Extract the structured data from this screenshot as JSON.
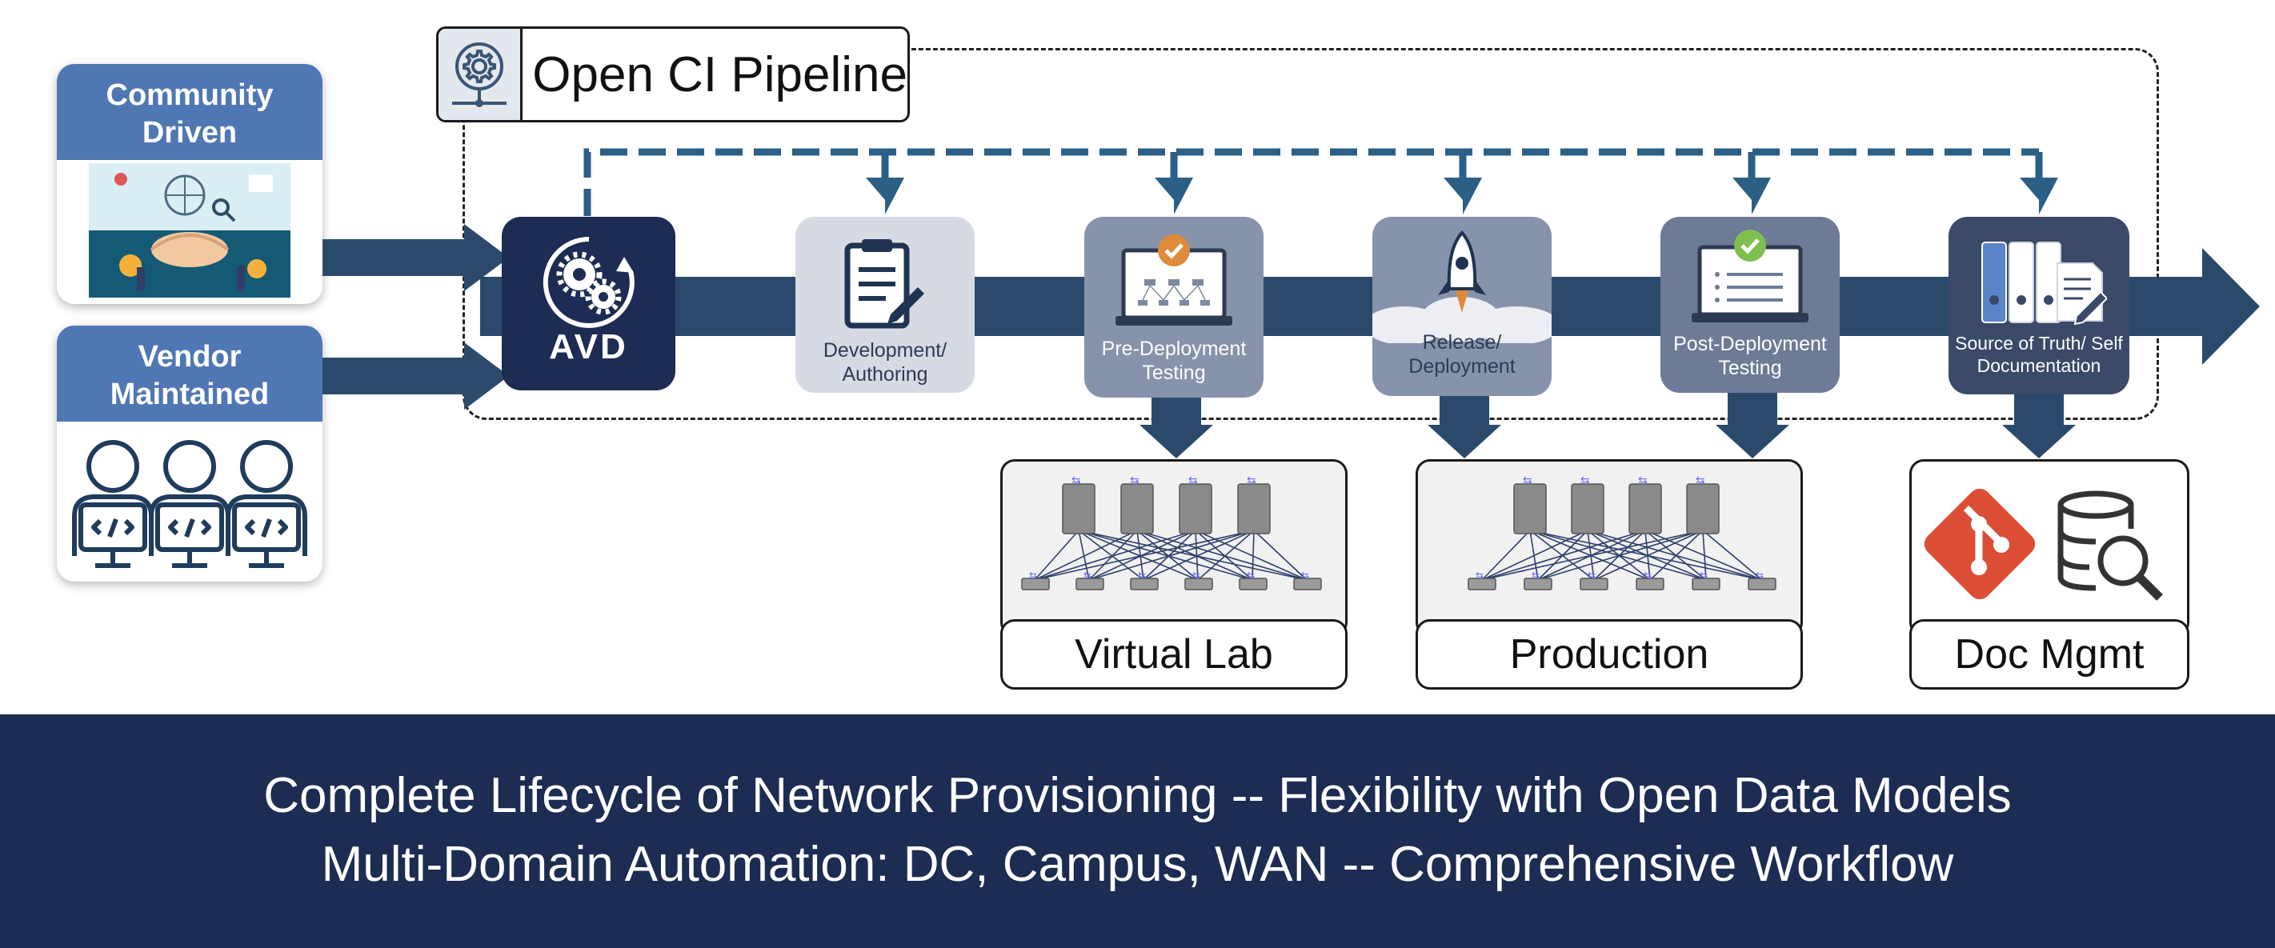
{
  "title": "Open CI Pipeline",
  "inputs": [
    {
      "label": "Community Driven"
    },
    {
      "label": "Vendor Maintained"
    }
  ],
  "stages": [
    {
      "label": "AVD"
    },
    {
      "label": "Development/ Authoring"
    },
    {
      "label": "Pre-Deployment Testing"
    },
    {
      "label": "Release/ Deployment"
    },
    {
      "label": "Post-Deployment Testing"
    },
    {
      "label": "Source of Truth/ Self Documentation"
    }
  ],
  "destinations": [
    {
      "label": "Virtual Lab"
    },
    {
      "label": "Production"
    },
    {
      "label": "Doc Mgmt"
    }
  ],
  "footer": {
    "line1": "Complete Lifecycle of Network Provisioning -- Flexibility with Open Data Models",
    "line2": "Multi-Domain Automation: DC, Campus, WAN -- Comprehensive Workflow"
  },
  "icons": [
    "settings-gear-icon",
    "clipboard-icon",
    "checkmark-icon",
    "rocket-icon",
    "checklist-icon",
    "binders-icon",
    "git-icon",
    "database-search-icon",
    "developer-icon",
    "network-switch-icon"
  ],
  "colors": {
    "pipeline": "#2b4a6b",
    "card_header": "#4f77b4",
    "avd": "#1c2c52",
    "stage_light": "#d6dae3",
    "stage_mid": "#8792ab",
    "stage_dark": "#6d7b96",
    "footer": "#1c2c52",
    "git": "#dc4d35"
  }
}
